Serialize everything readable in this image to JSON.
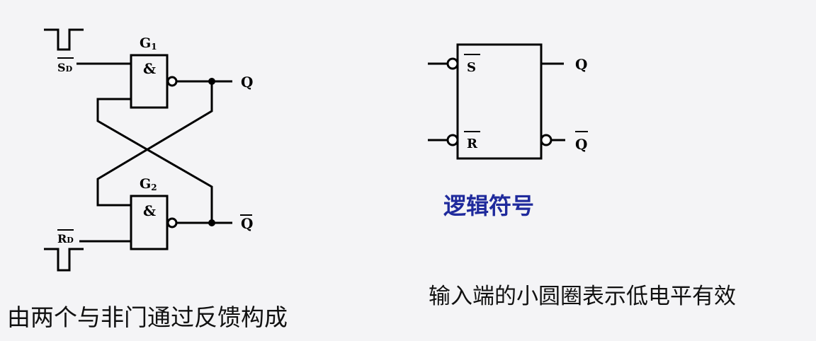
{
  "circuit": {
    "gate_top_name": "G",
    "gate_top_sub": "1",
    "gate_bottom_name": "G",
    "gate_bottom_sub": "2",
    "gate_symbol": "&",
    "input_s_main": "S",
    "input_s_sub": "D",
    "input_r_main": "R",
    "input_r_sub": "D",
    "output_q": "Q",
    "output_q_bar": "Q"
  },
  "logic_symbol": {
    "input_s": "S",
    "input_r": "R",
    "output_q": "Q",
    "output_q_bar": "Q",
    "title": "逻辑符号"
  },
  "captions": {
    "left": "由两个与非门通过反馈构成",
    "right": "输入端的小圆圈表示低电平有效"
  },
  "colors": {
    "background": "#f4f4f6",
    "line": "#000000",
    "title_blue": "#1f2a9c"
  }
}
